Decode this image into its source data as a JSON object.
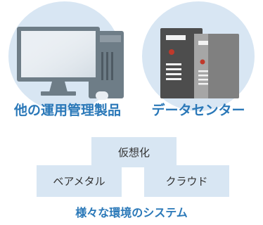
{
  "captions": {
    "left": "他の運用管理製品",
    "right": "データセンター",
    "bottom": "様々な環境のシステム"
  },
  "boxes": {
    "virtual": "仮想化",
    "baremetal": "ベアメタル",
    "cloud": "クラウド"
  },
  "icons": {
    "left": "desktop-computer-icon",
    "right": "server-tower-icon"
  },
  "colors": {
    "caption_blue": "#2a78b8",
    "light_blue_fill": "#d8e6f3",
    "monitor_gray": "#6e7d87",
    "server_dark": "#4d4d4d",
    "indicator_red": "#c0392b"
  }
}
